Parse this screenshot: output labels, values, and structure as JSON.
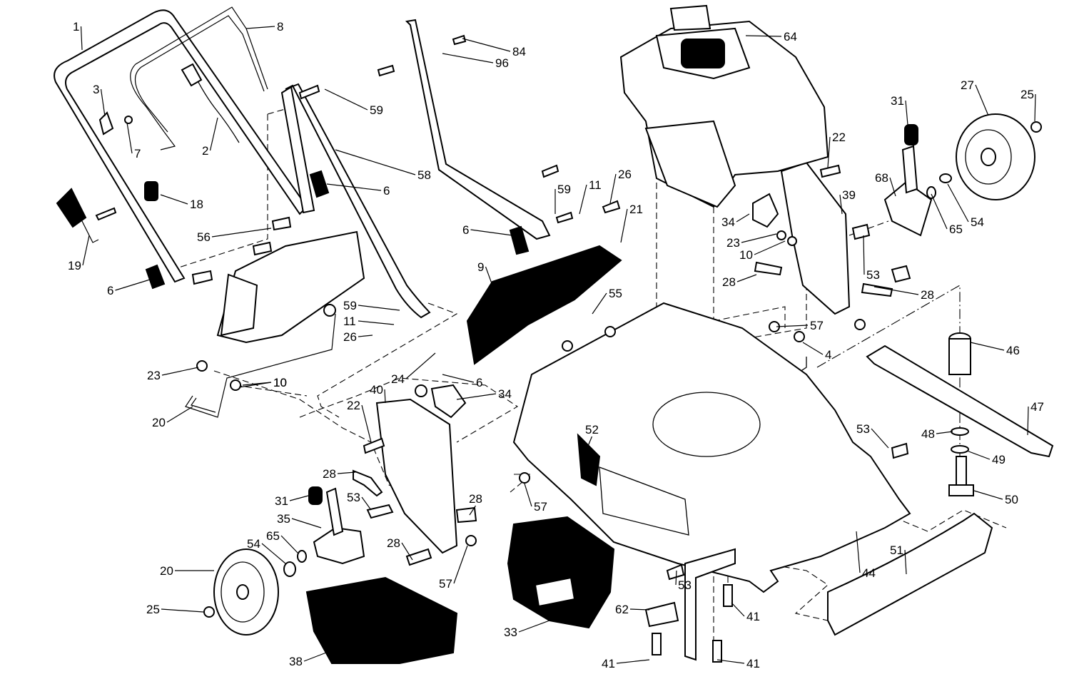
{
  "callouts": [
    {
      "text": "1"
    },
    {
      "text": "8"
    },
    {
      "text": "3"
    },
    {
      "text": "7"
    },
    {
      "text": "2"
    },
    {
      "text": "59"
    },
    {
      "text": "84"
    },
    {
      "text": "96"
    },
    {
      "text": "58"
    },
    {
      "text": "64"
    },
    {
      "text": "31"
    },
    {
      "text": "27"
    },
    {
      "text": "25"
    },
    {
      "text": "22"
    },
    {
      "text": "68"
    },
    {
      "text": "18"
    },
    {
      "text": "6"
    },
    {
      "text": "59"
    },
    {
      "text": "11"
    },
    {
      "text": "26"
    },
    {
      "text": "21"
    },
    {
      "text": "39"
    },
    {
      "text": "34"
    },
    {
      "text": "54"
    },
    {
      "text": "65"
    },
    {
      "text": "19"
    },
    {
      "text": "56"
    },
    {
      "text": "6"
    },
    {
      "text": "23"
    },
    {
      "text": "10"
    },
    {
      "text": "53"
    },
    {
      "text": "9"
    },
    {
      "text": "28"
    },
    {
      "text": "28"
    },
    {
      "text": "6"
    },
    {
      "text": "55"
    },
    {
      "text": "10"
    },
    {
      "text": "59"
    },
    {
      "text": "11"
    },
    {
      "text": "26"
    },
    {
      "text": "57"
    },
    {
      "text": "4"
    },
    {
      "text": "46"
    },
    {
      "text": "23"
    },
    {
      "text": "10"
    },
    {
      "text": "24"
    },
    {
      "text": "6"
    },
    {
      "text": "34"
    },
    {
      "text": "40"
    },
    {
      "text": "22"
    },
    {
      "text": "20"
    },
    {
      "text": "47"
    },
    {
      "text": "52"
    },
    {
      "text": "53"
    },
    {
      "text": "48"
    },
    {
      "text": "49"
    },
    {
      "text": "28"
    },
    {
      "text": "31"
    },
    {
      "text": "53"
    },
    {
      "text": "28"
    },
    {
      "text": "35"
    },
    {
      "text": "57"
    },
    {
      "text": "50"
    },
    {
      "text": "65"
    },
    {
      "text": "54"
    },
    {
      "text": "20"
    },
    {
      "text": "28"
    },
    {
      "text": "51"
    },
    {
      "text": "57"
    },
    {
      "text": "44"
    },
    {
      "text": "53"
    },
    {
      "text": "25"
    },
    {
      "text": "62"
    },
    {
      "text": "41"
    },
    {
      "text": "33"
    },
    {
      "text": "38"
    },
    {
      "text": "41"
    },
    {
      "text": "41"
    }
  ]
}
